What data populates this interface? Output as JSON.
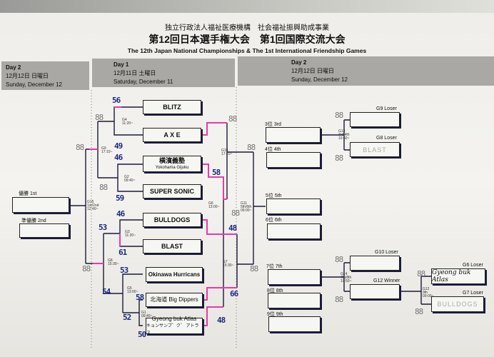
{
  "header": {
    "subtitle": "独立行政法人福祉医療機構　社会福祉振興助成事業",
    "title": "第12回日本選手権大会　第1回国際交流大会",
    "title_en": "The 12th Japan National Championships &  The 1st International Friendship Games"
  },
  "days": [
    {
      "day": "Day 2",
      "date_jp": "12月12日 日曜日",
      "date_en": "Sunday, December 12"
    },
    {
      "day": "Day 1",
      "date_jp": "12月11日 土曜日",
      "date_en": "Saturday, December 11"
    },
    {
      "day": "Day 2",
      "date_jp": "12月12日 日曜日",
      "date_en": "Sunday, December 12"
    }
  ],
  "teams": [
    {
      "name": "BLITZ",
      "score": "56"
    },
    {
      "name": "A X E",
      "score": "49"
    },
    {
      "name": "横濱義塾",
      "sub": "Yokohama Gijuku",
      "score": "46"
    },
    {
      "name": "SUPER SONIC",
      "score": "59"
    },
    {
      "name": "BULLDOGS",
      "score": "46"
    },
    {
      "name": "BLAST",
      "score": "61"
    },
    {
      "name": "Okinawa Hurricans",
      "score": "53"
    },
    {
      "name": "北海道 Big Dippers",
      "score": "58"
    },
    {
      "name": "Gyeong buk Atlas",
      "sub": "キョンサンブ゛ク゛ アトラス",
      "score": "50"
    }
  ],
  "games": {
    "G4": "G4\n11:20~",
    "G2": "G2\n09:40~",
    "G9": "G9\n17:10~",
    "G3": "G3\n11:20~",
    "G5": "G5\n13:00~",
    "G1": "G1\n09:40~",
    "G8": "G8\n15:30~",
    "G15": "G15\n1st/2nd\n12:40~",
    "G10": "G10\n17:10~",
    "G6": "G6\n13:00~",
    "G7": "G7\n15:30~",
    "G11": "G11\n5th/6th\n09:00~",
    "G13": "G13\n3rd/4th\n10:50~",
    "G14": "G14\n7th/8th\n10:50~",
    "G12": "G12\n9th\n09:00~"
  },
  "other_scores": {
    "g9_top": "53",
    "g9_bot": "54",
    "g5_top": "52",
    "g6_a": "58",
    "g7_a": "48",
    "g7_b": "66",
    "g6_b": "48",
    "blank": "88"
  },
  "places": {
    "p1": "優勝 1st",
    "p2": "準優勝 2nd",
    "p3": "3位 3rd",
    "p4": "4位 4th",
    "p5": "5位 5th",
    "p6": "6位 6th",
    "p7": "7位 7th",
    "p8": "8位 8th",
    "p9": "9位 9th"
  },
  "slots": {
    "g9_loser": "G9 Loser",
    "g8_loser": "G8 Loser",
    "g8_loser_value": "BLAST",
    "g10_loser": "G10 Loser",
    "g12_winner": "G12 Winner",
    "g6_loser": "G6 Loser",
    "g6_loser_value": "Gyeong buk Atlas",
    "g7_loser": "G7 Loser",
    "g7_loser_value": "BULLDOGS"
  },
  "colors": {
    "winner_line": "#e83aa8",
    "line": "#1a1a3a",
    "header_band": "#a9a8a4"
  }
}
